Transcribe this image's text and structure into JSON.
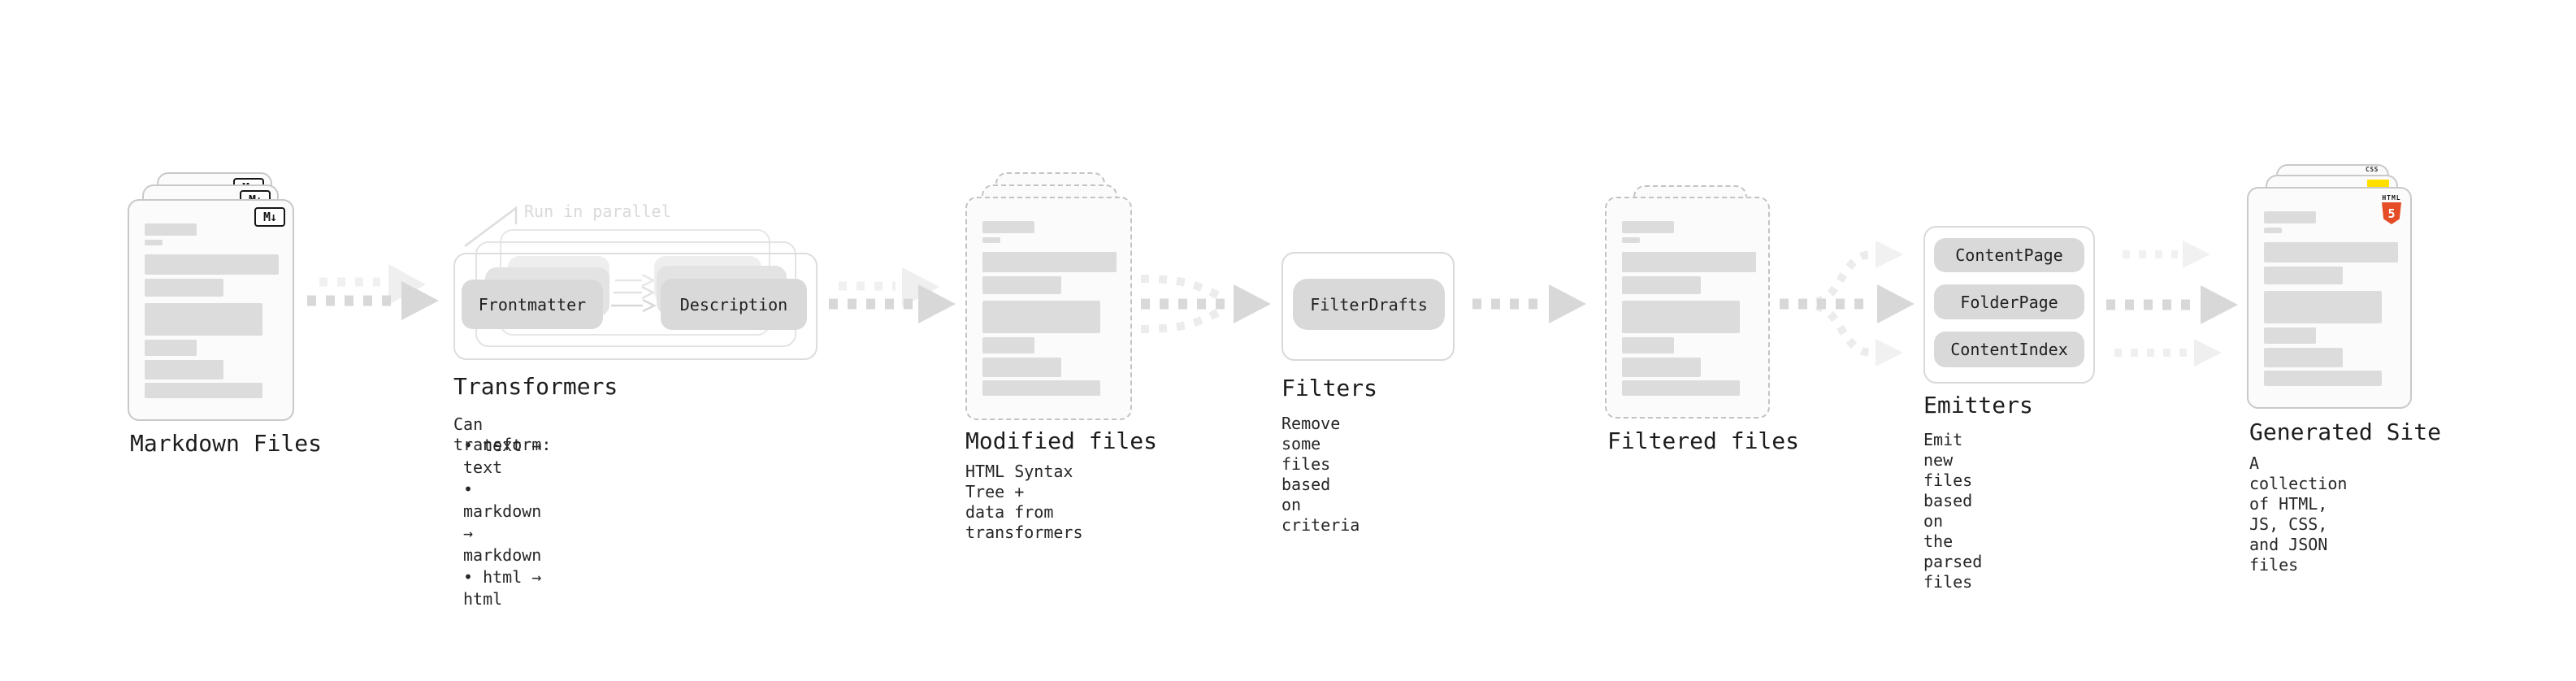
{
  "diagram": {
    "background": "#ffffff",
    "stages": {
      "markdown_files": {
        "label": "Markdown Files",
        "file_badge": "M↓"
      },
      "transformers": {
        "label": "Transformers",
        "annotation": "Run in parallel",
        "input_node": "Frontmatter",
        "output_node": "Description",
        "description": "Can transform:",
        "bullets": [
          "• text → text",
          "• markdown → markdown",
          "• html → html"
        ]
      },
      "modified_files": {
        "label": "Modified files",
        "description": "HTML Syntax Tree +\ndata from transformers"
      },
      "filters": {
        "label": "Filters",
        "node": "FilterDrafts",
        "description": "Remove some files based\non criteria"
      },
      "filtered_files": {
        "label": "Filtered files"
      },
      "emitters": {
        "label": "Emitters",
        "nodes": [
          "ContentPage",
          "FolderPage",
          "ContentIndex"
        ],
        "description": "Emit new files based on\nthe parsed files"
      },
      "generated_site": {
        "label": "Generated Site",
        "description": "A collection of HTML,\nJS, CSS, and JSON files",
        "css_badge": "CSS",
        "html_badge_word": "HTML",
        "html_badge_number": "5"
      }
    },
    "colors": {
      "html5_orange": "#e44d26",
      "js_yellow": "#ffdf00",
      "css_blue": "#2c63e6",
      "node_fill": "#d9d9d9",
      "arrow_gray": "#d8d8d8",
      "arrow_light": "#efefef"
    }
  }
}
